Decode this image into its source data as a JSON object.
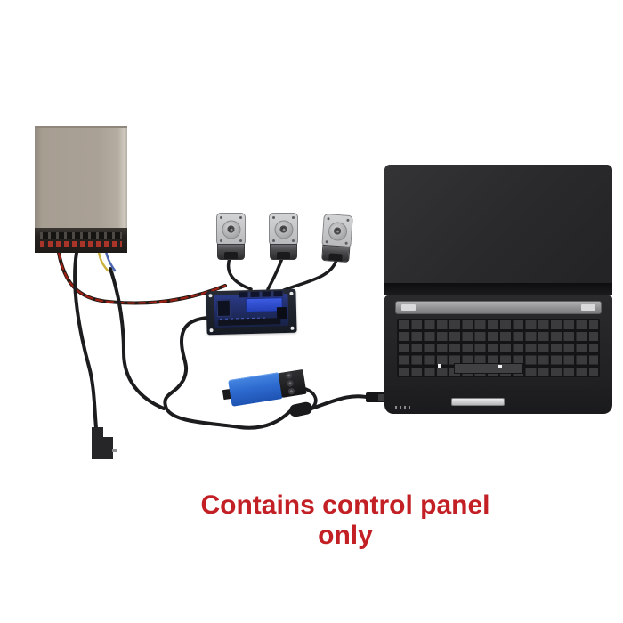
{
  "image": {
    "background": "#ffffff",
    "kind": "product-wiring-diagram"
  },
  "caption": {
    "text": "Contains control panel only",
    "color": "#c32026"
  },
  "components": {
    "power_supply": {
      "name": "power-supply-unit"
    },
    "motors": [
      {
        "name": "stepper-motor-1"
      },
      {
        "name": "stepper-motor-2"
      },
      {
        "name": "stepper-motor-3"
      }
    ],
    "control_board": {
      "name": "cnc-control-board"
    },
    "usb_adapter": {
      "name": "usb-serial-adapter"
    },
    "power_plug": {
      "name": "power-cord-plug"
    },
    "laptop": {
      "name": "laptop-computer"
    }
  },
  "colors": {
    "psu_body": "#a89f93",
    "psu_terminal_strip": "#262220",
    "terminal_marks_red": "#a8342a",
    "motor_body": "#c6c7c9",
    "motor_lower": "#48484b",
    "board_plate": "#1c212c",
    "board_pcb": "#243378",
    "board_display": "#2f4cd0",
    "adapter_blue": "#2e6bd0",
    "laptop_shell": "#2a2a2c",
    "speaker_bar": "#9a9a9c",
    "touchpad_silver": "#d4d4d6",
    "wire_black": "#1c1c1e",
    "wire_red": "#9c2014",
    "wire_yellow": "#cdb13d",
    "wire_blue": "#4a66b0",
    "caption_red": "#c32026"
  }
}
